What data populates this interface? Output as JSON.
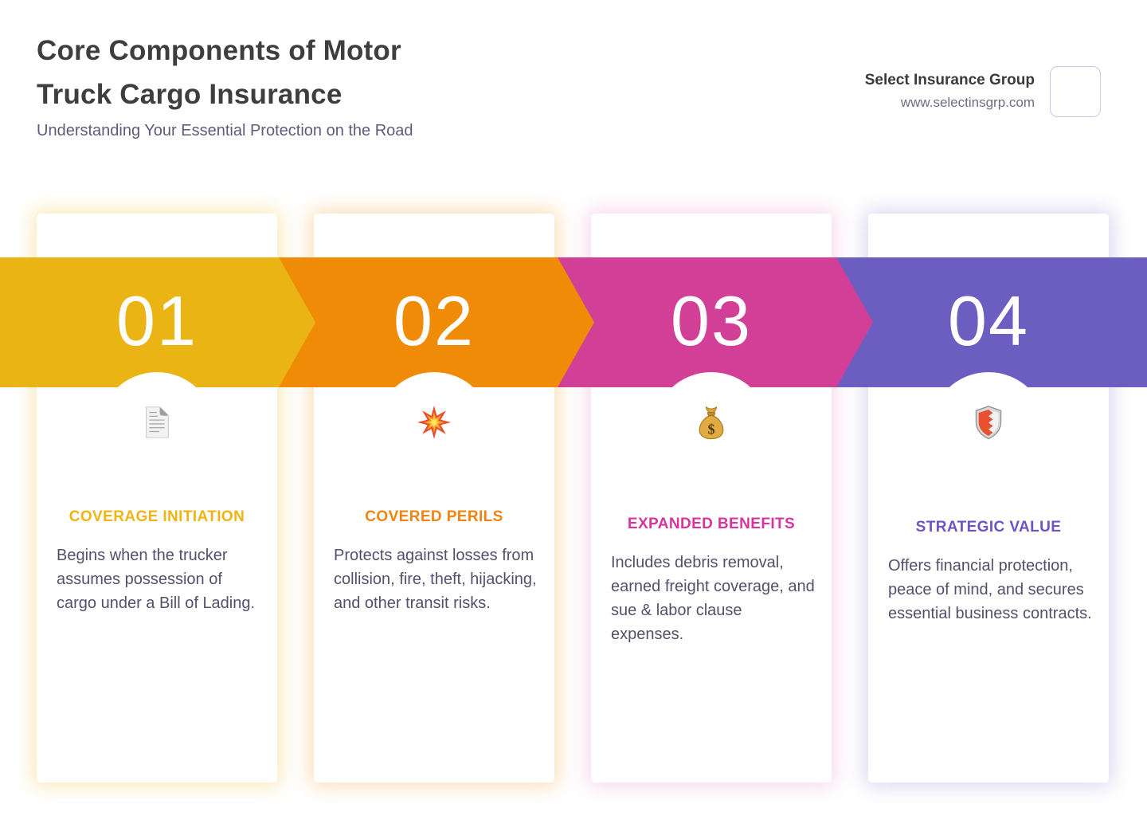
{
  "header": {
    "title": "Core Components of Motor Truck Cargo Insurance",
    "subtitle": "Understanding Your Essential Protection on the Road",
    "brand_name": "Select Insurance Group",
    "brand_url": "www.selectinsgrp.com"
  },
  "colors": {
    "step1_accent": "#EAB514",
    "step2_accent": "#F08B07",
    "step3_accent": "#D23F96",
    "step4_accent": "#6C5EC0",
    "heading1": "#EFB413",
    "heading2": "#F28310",
    "heading3": "#D8359C",
    "heading4": "#6D54C4",
    "title_text": "#3E3E3E",
    "subtitle_text": "#5C5C7C",
    "body_text": "#54506C"
  },
  "steps": [
    {
      "number": "01",
      "icon": "document-icon",
      "title": "COVERAGE INITIATION",
      "description": "Begins when the trucker assumes possession of cargo under a Bill of Lading."
    },
    {
      "number": "02",
      "icon": "collision-icon",
      "title": "COVERED PERILS",
      "description": "Protects against losses from collision, fire, theft, hijacking, and other transit risks."
    },
    {
      "number": "03",
      "icon": "money-bag-icon",
      "title": "EXPANDED BENEFITS",
      "description": "Includes debris removal, earned freight coverage, and sue & labor clause expenses."
    },
    {
      "number": "04",
      "icon": "shield-icon",
      "title": "STRATEGIC VALUE",
      "description": "Offers financial protection, peace of mind, and secures essential business contracts."
    }
  ]
}
